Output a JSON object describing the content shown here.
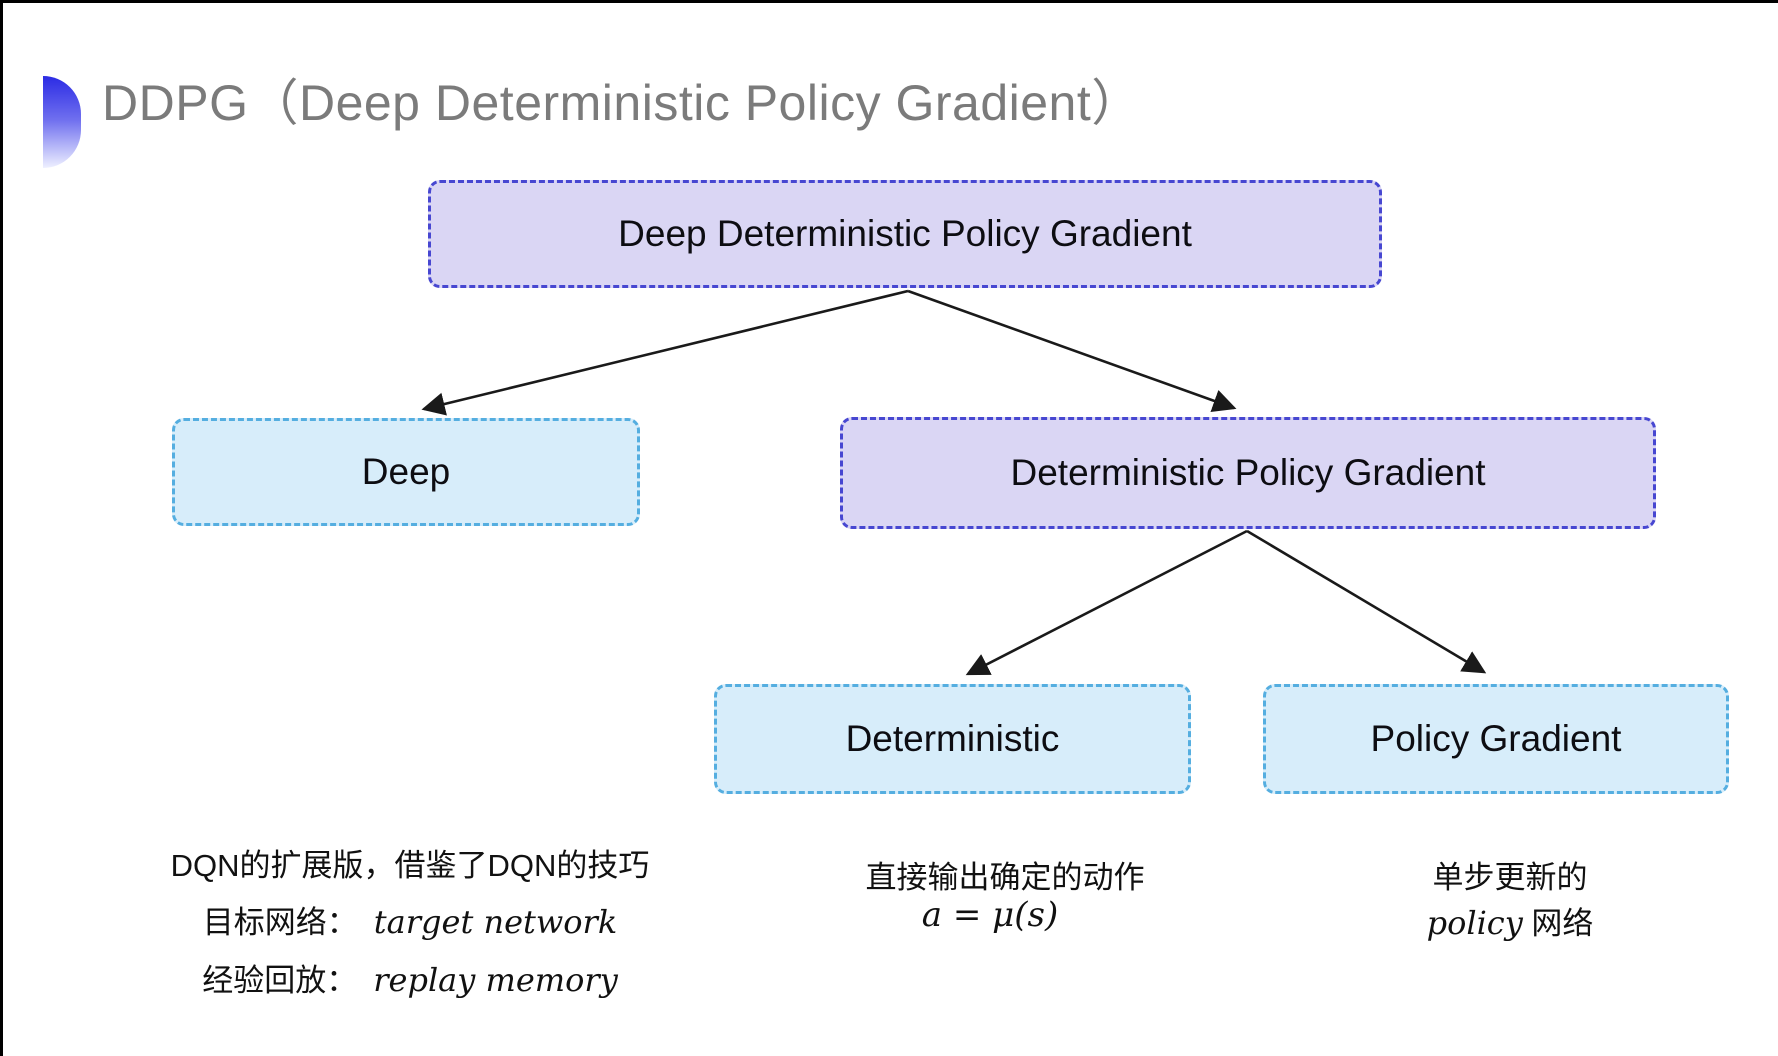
{
  "slide": {
    "title": "DDPG（Deep Deterministic Policy Gradient）"
  },
  "tree": {
    "root": {
      "label": "Deep Deterministic Policy Gradient"
    },
    "level1": [
      {
        "label": "Deep"
      },
      {
        "label": "Deterministic Policy Gradient"
      }
    ],
    "level2": [
      {
        "label": "Deterministic"
      },
      {
        "label": "Policy Gradient"
      }
    ]
  },
  "annotations": {
    "deep": {
      "line1": "DQN的扩展版，借鉴了DQN的技巧",
      "line2_zh": "目标网络：",
      "line2_en": "target network",
      "line3_zh": "经验回放：",
      "line3_en": "replay memory"
    },
    "deterministic": {
      "line1": "直接输出确定的动作",
      "formula": "a = μ(s)"
    },
    "policy_gradient": {
      "line1": "单步更新的",
      "line2_en": "policy",
      "line2_zh": " 网络"
    }
  },
  "colors": {
    "accent_blue": "#2b2be4",
    "title_gray": "#7b7b7b",
    "purple_fill": "#dad6f4",
    "purple_border": "#4747d1",
    "cyan_fill": "#d7edfa",
    "cyan_border": "#55aee0",
    "arrow_color": "#1a1a1a"
  }
}
